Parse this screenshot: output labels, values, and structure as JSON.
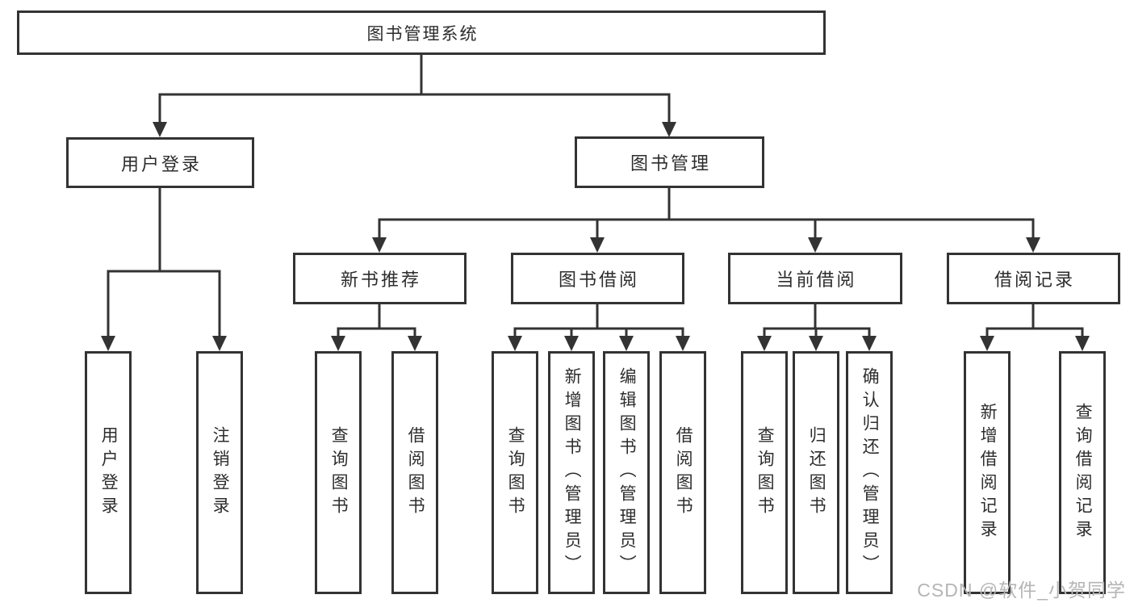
{
  "diagram": {
    "root": {
      "label": "图书管理系统"
    },
    "level2": [
      {
        "id": "login",
        "label": "用户登录"
      },
      {
        "id": "mgmt",
        "label": "图书管理"
      }
    ],
    "level3": [
      {
        "id": "newbook",
        "label": "新书推荐"
      },
      {
        "id": "borrow",
        "label": "图书借阅"
      },
      {
        "id": "current",
        "label": "当前借阅"
      },
      {
        "id": "records",
        "label": "借阅记录"
      }
    ],
    "leaves": {
      "login": [
        {
          "label": "用户登录"
        },
        {
          "label": "注销登录"
        }
      ],
      "newbook": [
        {
          "label": "查询图书"
        },
        {
          "label": "借阅图书"
        }
      ],
      "borrow": [
        {
          "label": "查询图书"
        },
        {
          "label": "新增图书（管理员）"
        },
        {
          "label": "编辑图书（管理员）"
        },
        {
          "label": "借阅图书"
        }
      ],
      "current": [
        {
          "label": "查询图书"
        },
        {
          "label": "归还图书"
        },
        {
          "label": "确认归还（管理员）"
        }
      ],
      "records": [
        {
          "label": "新增借阅记录"
        },
        {
          "label": "查询借阅记录"
        }
      ]
    },
    "watermark": "CSDN @软件_小贺同学",
    "colors": {
      "line": "#333333",
      "text": "#2d2d2d",
      "watermark": "#b5b5b5",
      "background": "#ffffff"
    }
  }
}
